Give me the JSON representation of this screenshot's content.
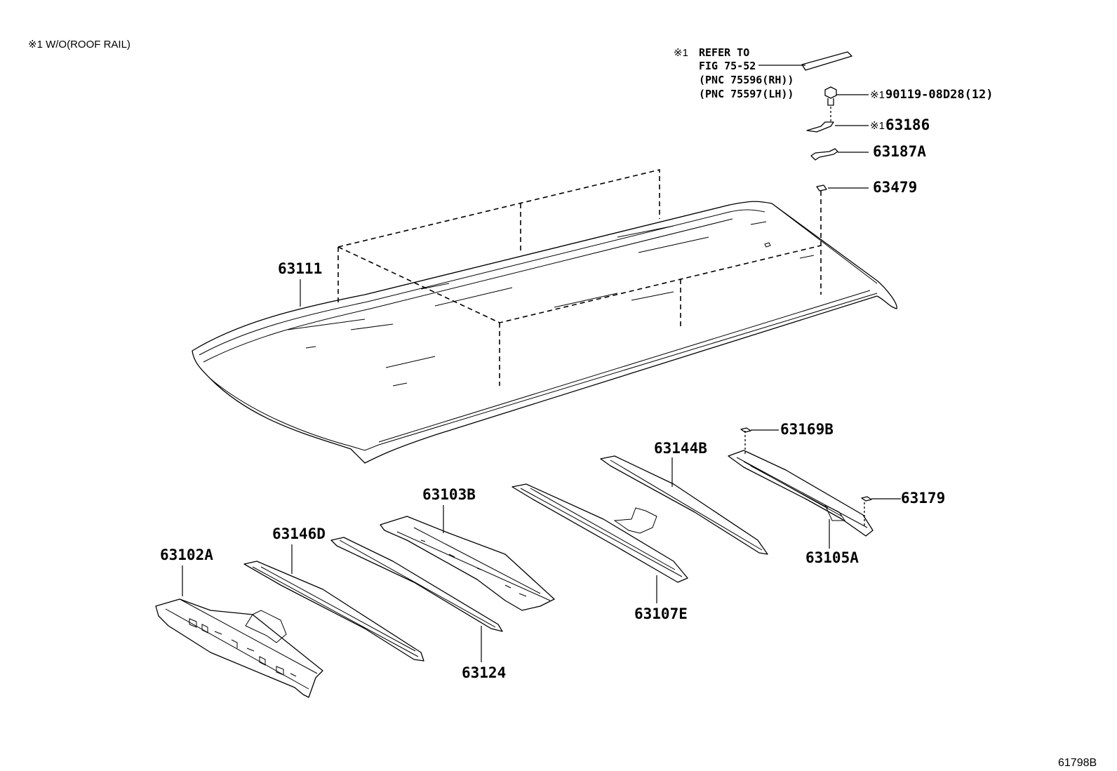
{
  "note": "※1 W/O(ROOF RAIL)",
  "figure_number": "61798B",
  "reference": {
    "mark": "※1",
    "line1": "REFER TO",
    "line2": "FIG 75-52",
    "line3": "(PNC 75596(RH))",
    "line4": "(PNC 75597(LH))"
  },
  "parts": {
    "roof_panel": "63111",
    "bolt_mark": "※1",
    "bolt": "90119-08D28(12)",
    "bracket_mark": "※1",
    "bracket": "63186",
    "clip": "63187A",
    "pad": "63479",
    "front_header": "63102A",
    "bow_front": "63146D",
    "bow_2": "63124",
    "bow_3": "63103B",
    "bow_4": "63107E",
    "bow_5": "63144B",
    "rear_header": "63105A",
    "seal_upper": "63169B",
    "seal_lower": "63179"
  }
}
